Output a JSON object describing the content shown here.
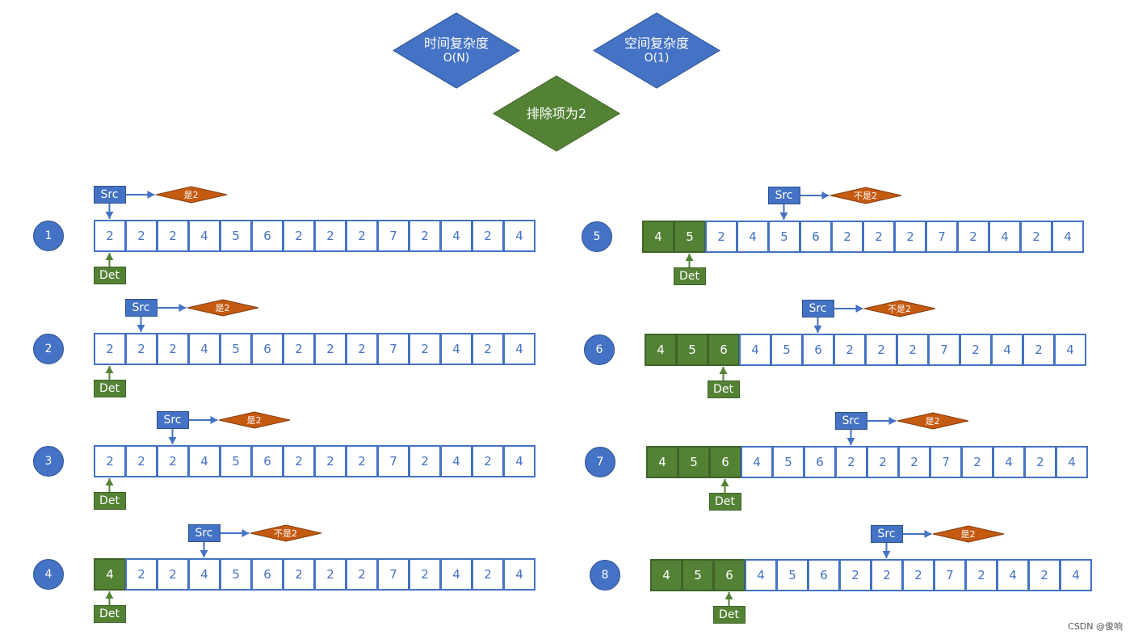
{
  "colors": {
    "blue": "#4472c4",
    "green": "#548235",
    "orange": "#c55a11"
  },
  "header": {
    "time_complexity": {
      "line1": "时间复杂度",
      "line2": "O(N)"
    },
    "space_complexity": {
      "line1": "空间复杂度",
      "line2": "O(1)"
    },
    "exclude_item": "排除项为2"
  },
  "labels": {
    "src": "Src",
    "det": "Det"
  },
  "steps": [
    {
      "number": "1",
      "cells": [
        "2",
        "2",
        "2",
        "4",
        "5",
        "6",
        "2",
        "2",
        "2",
        "7",
        "2",
        "4",
        "2",
        "4"
      ],
      "kept": 0,
      "src": 0,
      "det": 0,
      "check": "是2",
      "is_match": true
    },
    {
      "number": "2",
      "cells": [
        "2",
        "2",
        "2",
        "4",
        "5",
        "6",
        "2",
        "2",
        "2",
        "7",
        "2",
        "4",
        "2",
        "4"
      ],
      "kept": 0,
      "src": 1,
      "det": 0,
      "check": "是2",
      "is_match": true
    },
    {
      "number": "3",
      "cells": [
        "2",
        "2",
        "2",
        "4",
        "5",
        "6",
        "2",
        "2",
        "2",
        "7",
        "2",
        "4",
        "2",
        "4"
      ],
      "kept": 0,
      "src": 2,
      "det": 0,
      "check": "是2",
      "is_match": true
    },
    {
      "number": "4",
      "cells": [
        "4",
        "2",
        "2",
        "4",
        "5",
        "6",
        "2",
        "2",
        "2",
        "7",
        "2",
        "4",
        "2",
        "4"
      ],
      "kept": 1,
      "src": 3,
      "det": 0,
      "check": "不是2",
      "is_match": false
    },
    {
      "number": "5",
      "cells": [
        "4",
        "5",
        "2",
        "4",
        "5",
        "6",
        "2",
        "2",
        "2",
        "7",
        "2",
        "4",
        "2",
        "4"
      ],
      "kept": 2,
      "src": 4,
      "det": 1,
      "check": "不是2",
      "is_match": false
    },
    {
      "number": "6",
      "cells": [
        "4",
        "5",
        "6",
        "4",
        "5",
        "6",
        "2",
        "2",
        "2",
        "7",
        "2",
        "4",
        "2",
        "4"
      ],
      "kept": 3,
      "src": 5,
      "det": 2,
      "check": "不是2",
      "is_match": false
    },
    {
      "number": "7",
      "cells": [
        "4",
        "5",
        "6",
        "4",
        "5",
        "6",
        "2",
        "2",
        "2",
        "7",
        "2",
        "4",
        "2",
        "4"
      ],
      "kept": 3,
      "src": 6,
      "det": 2,
      "check": "是2",
      "is_match": true
    },
    {
      "number": "8",
      "cells": [
        "4",
        "5",
        "6",
        "4",
        "5",
        "6",
        "2",
        "2",
        "2",
        "7",
        "2",
        "4",
        "2",
        "4"
      ],
      "kept": 3,
      "src": 7,
      "det": 2,
      "check": "是2",
      "is_match": true
    }
  ],
  "watermark": "CSDN @俊响"
}
